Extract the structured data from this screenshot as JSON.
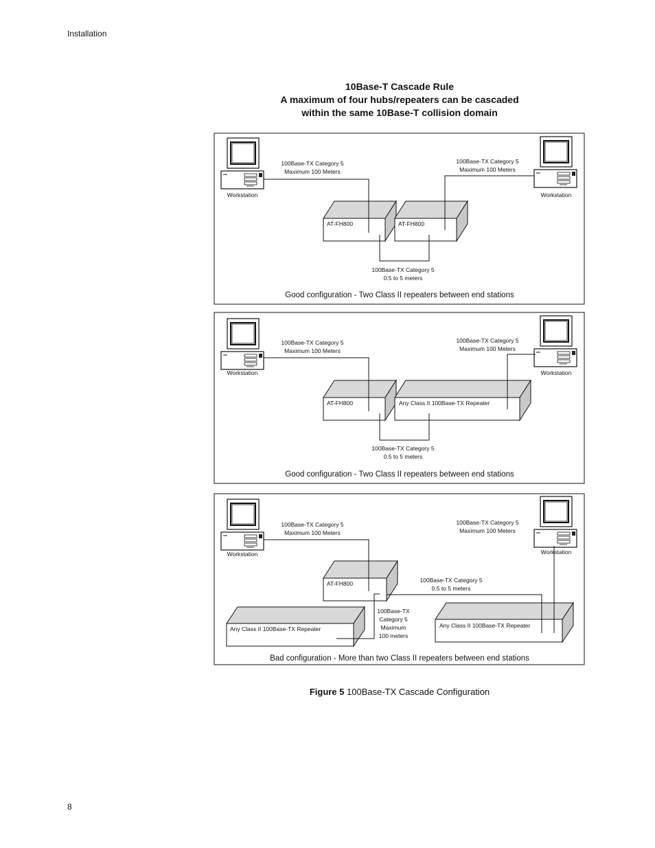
{
  "header": {
    "section": "Installation"
  },
  "heading": {
    "line1": "10Base-T Cascade Rule",
    "line2": "A maximum of four hubs/repeaters can be cascaded",
    "line3": "within the same 10Base-T collision domain"
  },
  "panel1": {
    "ws_left": "Workstation",
    "ws_right": "Workstation",
    "link_left": [
      "100Base-TX Category 5",
      "Maximum 100 Meters"
    ],
    "link_right": [
      "100Base-TX Category 5",
      "Maximum 100 Meters"
    ],
    "hub_a": "AT-FH800",
    "hub_b": "AT-FH800",
    "link_mid": [
      "100Base-TX Category 5",
      "0.5 to 5 meters"
    ],
    "caption": "Good configuration - Two Class II repeaters between end stations"
  },
  "panel2": {
    "ws_left": "Workstation",
    "ws_right": "Workstation",
    "link_left": [
      "100Base-TX Category 5",
      "Maximum 100 Meters"
    ],
    "link_right": [
      "100Base-TX Category 5",
      "Maximum 100 Meters"
    ],
    "hub_a": "AT-FH800",
    "hub_b": "Any Class II 100Base-TX Repeater",
    "link_mid": [
      "100Base-TX Category 5",
      "0.5 to 5 meters"
    ],
    "caption": "Good configuration - Two Class II repeaters between end stations"
  },
  "panel3": {
    "ws_left": "Workstation",
    "ws_right": "Workstation",
    "link_left": [
      "100Base-TX Category 5",
      "Maximum 100 Meters"
    ],
    "link_right": [
      "100Base-TX Category 5",
      "Maximum 100 Meters"
    ],
    "hub_a": "AT-FH800",
    "hub_b": "Any Class II 100Base-TX Repeater",
    "hub_c": "Any Class II 100Base-TX Repeater",
    "link_mid": [
      "100Base-TX Category 5",
      "0.5 to 5 meters"
    ],
    "link_vert": [
      "100Base-TX",
      "Category 5",
      "Maximum",
      "100 meters"
    ],
    "caption": "Bad configuration - More than two Class II repeaters between end stations"
  },
  "caption": {
    "label": "Figure 5",
    "text": "100Base-TX Cascade Configuration"
  },
  "footer": {
    "page_number": "8"
  }
}
